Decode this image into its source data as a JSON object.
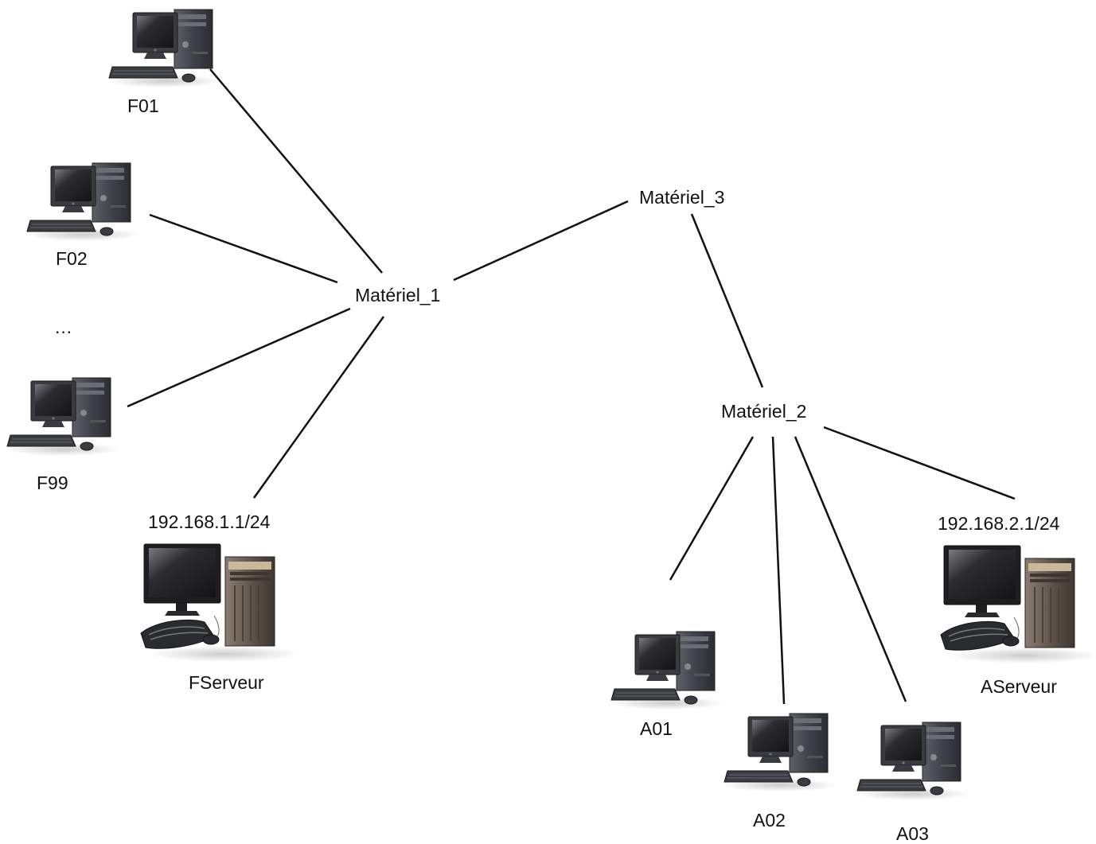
{
  "nodes": {
    "mat1": "Matériel_1",
    "mat2": "Matériel_2",
    "mat3": "Matériel_3"
  },
  "hosts": {
    "f01": "F01",
    "f02": "F02",
    "ellipsis": "…",
    "f99": "F99",
    "fserveur": "FServeur",
    "fserveur_ip": "192.168.1.1/24",
    "a01": "A01",
    "a02": "A02",
    "a03": "A03",
    "aserveur": "AServeur",
    "aserveur_ip": "192.168.2.1/24"
  },
  "colors": {
    "line": "#111111",
    "tower": "#4a4d55",
    "server_tower": "#6e6258",
    "screen": "#2a2a2e"
  },
  "icons": [
    "desktop-computer-icon",
    "server-computer-icon"
  ]
}
